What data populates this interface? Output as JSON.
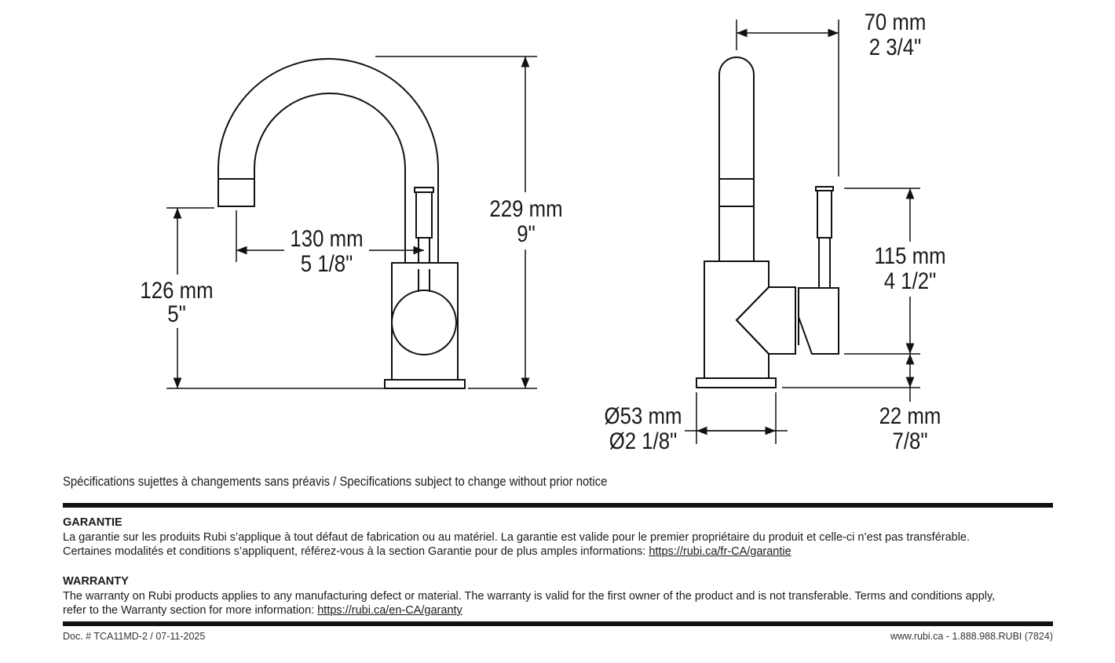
{
  "dimensions": {
    "spout_height": {
      "metric": "229 mm",
      "imperial": "9\""
    },
    "spout_reach": {
      "metric": "130 mm",
      "imperial": "5 1/8\""
    },
    "aerator_height": {
      "metric": "126 mm",
      "imperial": "5\""
    },
    "spout_width": {
      "metric": "70 mm",
      "imperial": "2 3/4\""
    },
    "handle_height": {
      "metric": "115 mm",
      "imperial": "4 1/2\""
    },
    "base_diameter": {
      "metric": "Ø53 mm",
      "imperial": "Ø2 1/8\""
    },
    "base_thickness": {
      "metric": "22 mm",
      "imperial": "7/8\""
    }
  },
  "notice": "Spécifications sujettes à changements sans préavis / Specifications subject to change without prior notice",
  "garantie": {
    "heading": "GARANTIE",
    "line1": "La garantie sur les produits Rubi s’applique à tout défaut de fabrication ou au matériel. La garantie est valide pour le premier propriétaire du produit et celle-ci n’est pas transférable.",
    "line2": "Certaines modalités et conditions s’appliquent, référez-vous à la section Garantie pour de plus amples informations: ",
    "link": "https://rubi.ca/fr-CA/garantie"
  },
  "warranty": {
    "heading": "WARRANTY",
    "line1": "The warranty on Rubi products applies to any manufacturing defect or material. The warranty is valid for the first owner of the product and is not transferable. Terms and conditions apply,",
    "line2": "refer to the Warranty section for more information: ",
    "link": "https://rubi.ca/en-CA/garanty"
  },
  "footer": {
    "doc": "Doc. # TCA11MD-2 / 07-11-2025",
    "contact": "www.rubi.ca - 1.888.988.RUBI (7824)"
  }
}
